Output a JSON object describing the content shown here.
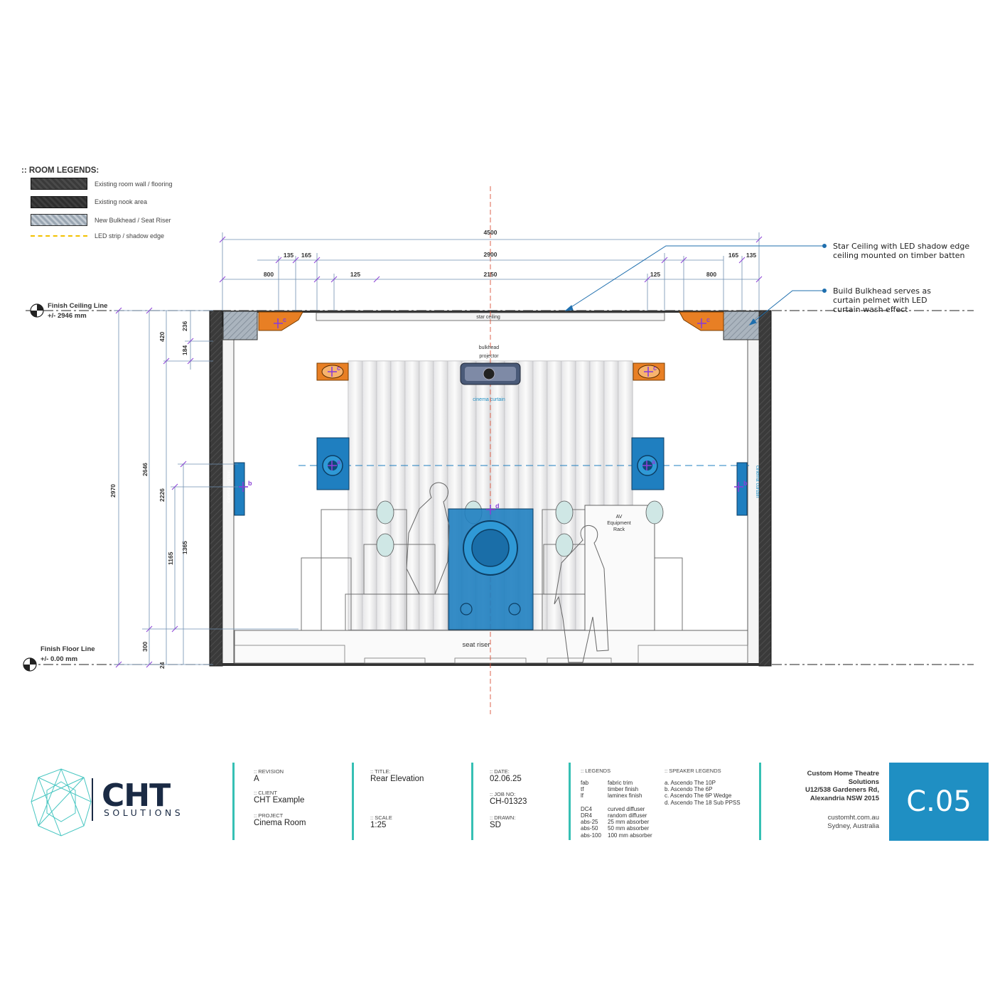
{
  "legend": {
    "title": ":: ROOM LEGENDS:",
    "items": [
      {
        "label": "Existing room wall / flooring"
      },
      {
        "label": "Existing nook area"
      },
      {
        "label": "New Bulkhead / Seat Riser"
      },
      {
        "label": "LED strip / shadow edge"
      }
    ]
  },
  "levels": {
    "ceiling_name": "Finish Ceiling Line",
    "ceiling_value": "+/- 2946 mm",
    "floor_name": "Finish Floor Line",
    "floor_value": "+/- 0.00 mm"
  },
  "dimensions": {
    "top": [
      "4500",
      "2900",
      "135",
      "165",
      "165",
      "135",
      "800",
      "125",
      "2150",
      "125",
      "800"
    ],
    "left": [
      "420",
      "236",
      "184",
      "2970",
      "2646",
      "2226",
      "1365",
      "1165",
      "300",
      "24"
    ]
  },
  "annotations": {
    "star_ceiling": "Star Ceiling with LED shadow edge\nceiling mounted on timber batten",
    "bulkhead": "Build Bulkhead serves as\ncurtain pelmet with LED\ncurtain wash effect"
  },
  "labels": {
    "star_ceiling": "star ceiling",
    "bulkhead": "bulkhead",
    "projector": "projector",
    "cinema_curtain": "cinema curtain",
    "side_curtain_left": "cinema curtain",
    "side_curtain_right": "cinema curtain",
    "av_rack": [
      "AV",
      "Equipment",
      "Rack"
    ],
    "seat_riser": "seat riser"
  },
  "speaker_tags": {
    "a": "a",
    "b": "b",
    "c": "c",
    "d": "d"
  },
  "title_block": {
    "brand": "CHT",
    "brand_sub": "SOLUTIONS",
    "revision_label": ":: REVISION",
    "revision": "A",
    "client_label": ":: CLIENT",
    "client": "CHT Example",
    "project_label": ":: PROJECT",
    "project": "Cinema Room",
    "title_label": ":: TITLE:",
    "title": "Rear Elevation",
    "scale_label": ":: SCALE",
    "scale": "1:25",
    "date_label": ":: DATE:",
    "date": "02.06.25",
    "job_label": ":: JOB NO:",
    "job": "CH-01323",
    "drawn_label": ":: DRAWN:",
    "drawn": "SD",
    "legends_label": ":: LEGENDS",
    "legends_codes": "fab\ntf\nlf\n\nDC4\nDR4\nabs-25\nabs-50\nabs-100",
    "legends_desc": "fabric trim\ntimber finish\nlaminex finish\n\ncurved diffuser\nrandom diffuser\n25 mm absorber\n50 mm absorber\n100 mm absorber",
    "speaker_label": ":: SPEAKER LEGENDS",
    "speaker_items": "a. Ascendo The 10P\nb. Ascendo The 6P\nc. Ascendo The 6P Wedge\nd. Ascendo The 18 Sub PPSS",
    "company": [
      "Custom Home Theatre",
      "Solutions",
      "U12/538 Gardeners Rd,",
      "Alexandria NSW 2015"
    ],
    "web": [
      "customht.com.au",
      "Sydney, Australia"
    ],
    "sheet": "C.05"
  }
}
